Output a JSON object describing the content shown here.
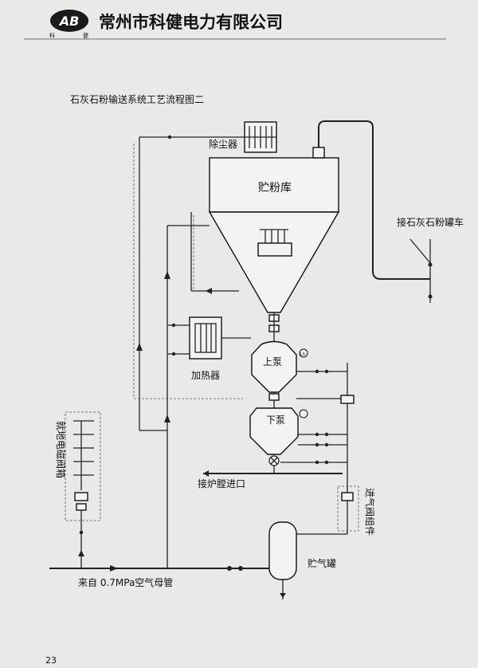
{
  "header": {
    "logo_text": "AB",
    "logo_sub_left": "科",
    "logo_sub_right": "健",
    "company": "常州市科健电力有限公司"
  },
  "diagram": {
    "title": "石灰石粉输送系统工艺流程图二",
    "labels": {
      "dust_collector": "除尘器",
      "silo": "贮粉库",
      "tanker_inlet": "接石灰石粉罐车",
      "heater": "加热器",
      "upper_pump": "上泵",
      "lower_pump": "下泵",
      "level_switch": "LS",
      "furnace_inlet": "接炉膛进口",
      "solenoid_box": "就地电磁阀箱",
      "intake_valve_group": "进气阀组件",
      "air_tank": "贮气罐",
      "air_source": "来自 0.7MPa空气母管"
    }
  },
  "footer": {
    "page_number": "23"
  }
}
